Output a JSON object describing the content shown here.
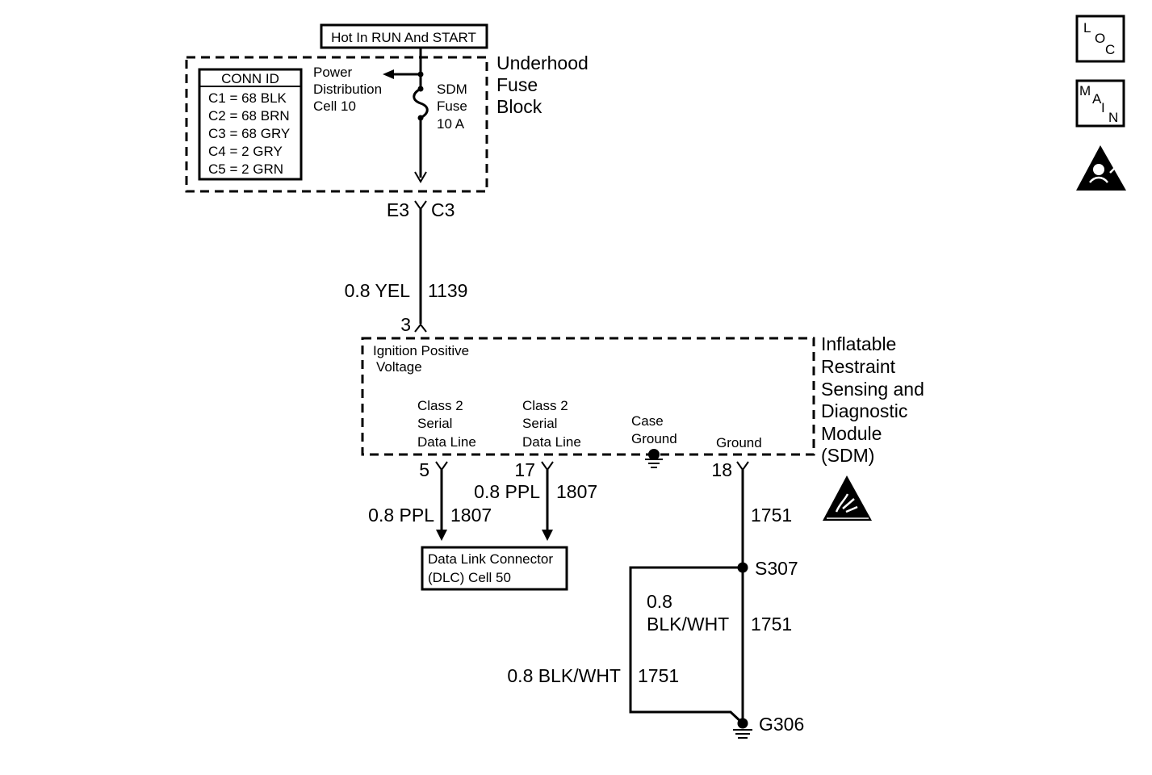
{
  "fuse_block": {
    "hot_label": "Hot In RUN And START",
    "name_lines": [
      "Underhood",
      "Fuse",
      "Block"
    ],
    "power_dist_lines": [
      "Power",
      "Distribution",
      "Cell 10"
    ],
    "fuse_lines": [
      "SDM",
      "Fuse",
      "10 A"
    ],
    "conn_id": {
      "title": "CONN ID",
      "rows": [
        "C1 = 68 BLK",
        "C2 = 68 BRN",
        "C3 = 68 GRY",
        "C4 = 2 GRY",
        "C5 = 2 GRN"
      ]
    },
    "terminal_left": "E3",
    "terminal_right": "C3"
  },
  "wire_ign": {
    "size_color": "0.8 YEL",
    "circuit": "1139"
  },
  "sdm": {
    "pin_top": "3",
    "name_lines": [
      "Inflatable",
      "Restraint",
      "Sensing and",
      "Diagnostic",
      "Module",
      "(SDM)"
    ],
    "ignition_lines": [
      "Ignition Positive",
      "Voltage"
    ],
    "data1_lines": [
      "Class 2",
      "Serial",
      "Data Line"
    ],
    "data2_lines": [
      "Class 2",
      "Serial",
      "Data Line"
    ],
    "case_ground_lines": [
      "Case",
      "Ground"
    ],
    "ground_label": "Ground",
    "pin_data1": "5",
    "pin_data2": "17",
    "pin_ground": "18"
  },
  "wire_data1": {
    "size_color": "0.8 PPL",
    "circuit": "1807"
  },
  "wire_data2": {
    "size_color": "0.8 PPL",
    "circuit": "1807"
  },
  "dlc_lines": [
    "Data Link Connector",
    "(DLC)  Cell 50"
  ],
  "wire_ground": {
    "circuit": "1751"
  },
  "splice": "S307",
  "wire_gnd_inner": {
    "size_lines": [
      "0.8",
      "BLK/WHT"
    ],
    "circuit": "1751"
  },
  "wire_gnd_outer": {
    "size_color": "0.8 BLK/WHT",
    "circuit": "1751"
  },
  "ground_point": "G306",
  "nav": {
    "loc_letters": [
      "L",
      "O",
      "C"
    ],
    "main_letters": [
      "M",
      "A",
      "I",
      "N"
    ]
  }
}
